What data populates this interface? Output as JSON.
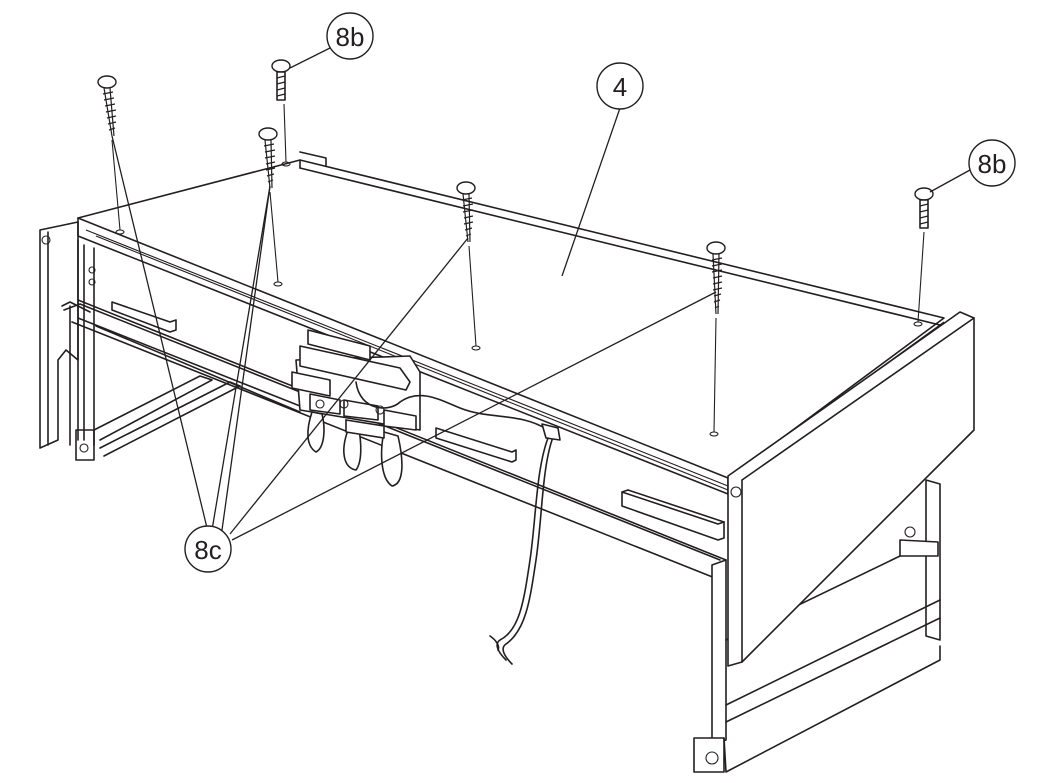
{
  "callouts": {
    "panel": "4",
    "screw_b_left": "8b",
    "screw_b_right": "8b",
    "screw_c": "8c"
  },
  "colors": {
    "line": "#231f20",
    "background": "#ffffff"
  }
}
